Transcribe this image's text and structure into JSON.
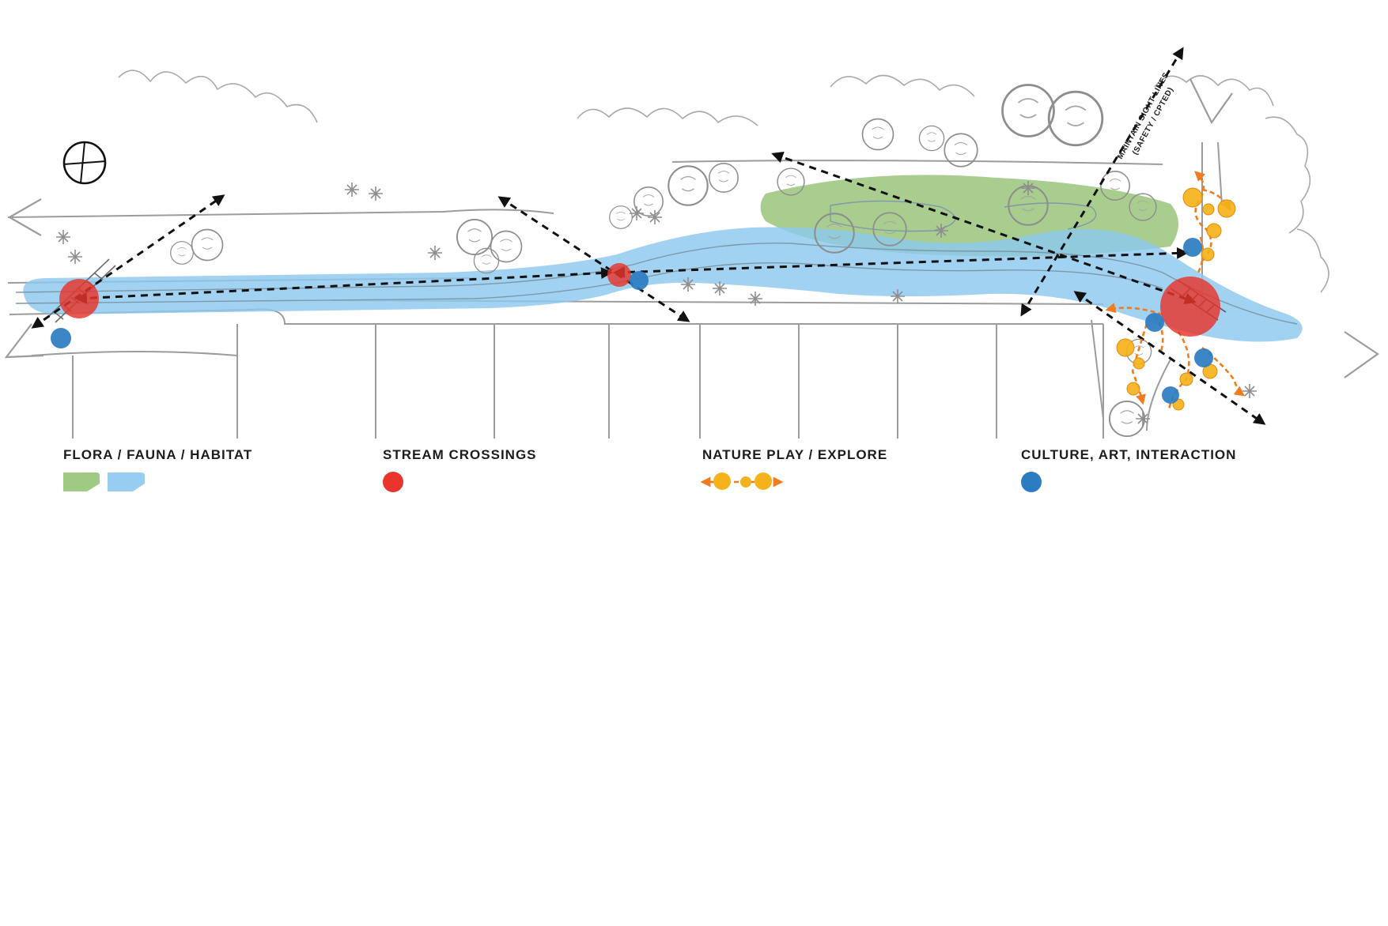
{
  "annotation": {
    "sight_lines_line1": "MAINTAIN SIGHT LINES",
    "sight_lines_line2": "(SAFETY / CPTED)"
  },
  "legend": [
    {
      "key": "habitat",
      "label": "FLORA / FAUNA / HABITAT"
    },
    {
      "key": "crossings",
      "label": "STREAM CROSSINGS"
    },
    {
      "key": "nature_play",
      "label": "NATURE PLAY / EXPLORE"
    },
    {
      "key": "culture",
      "label": "CULTURE, ART, INTERACTION"
    }
  ],
  "colors": {
    "habitat_green": "#8fbf6f",
    "stream_blue": "#8cc8ee",
    "crossing_red": "#e8342b",
    "play_orange": "#f07c1e",
    "play_yellow": "#f5b21a",
    "culture_blue": "#2b7cc0",
    "sketch_gray": "#9a9a9a",
    "arrow_black": "#111111"
  },
  "icons": [
    "north-arrow-icon",
    "tree-icon",
    "shrub-icon"
  ]
}
